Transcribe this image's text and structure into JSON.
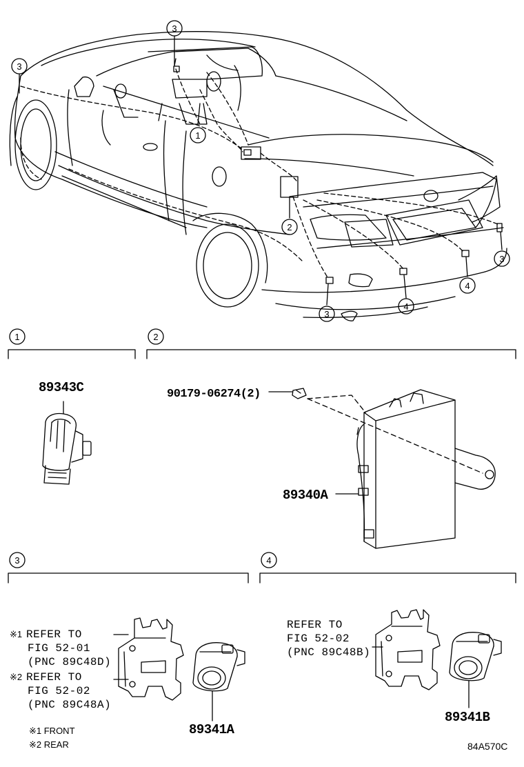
{
  "callouts": {
    "one": "1",
    "two": "2",
    "three": "3",
    "four": "4"
  },
  "sections": [
    {
      "number": "1"
    },
    {
      "number": "2"
    },
    {
      "number": "3"
    },
    {
      "number": "4"
    }
  ],
  "parts": {
    "switch": "89343C",
    "bolt": "90179-06274(2)",
    "computer": "89340A",
    "sensor_a": "89341A",
    "sensor_b": "89341B"
  },
  "refs": {
    "front_mark": "※1",
    "front_line1": "REFER TO",
    "front_line2": "FIG 52-01",
    "front_line3": "(PNC 89C48D)",
    "rear_mark": "※2",
    "rear_line1": "REFER TO",
    "rear_line2": "FIG 52-02",
    "rear_line3": "(PNC 89C48A)",
    "sec4_line1": "REFER TO",
    "sec4_line2": "FIG 52-02",
    "sec4_line3": "(PNC 89C48B)"
  },
  "notes": {
    "front": "※1 FRONT",
    "rear": "※2 REAR"
  },
  "diagram_code": "84A570C"
}
